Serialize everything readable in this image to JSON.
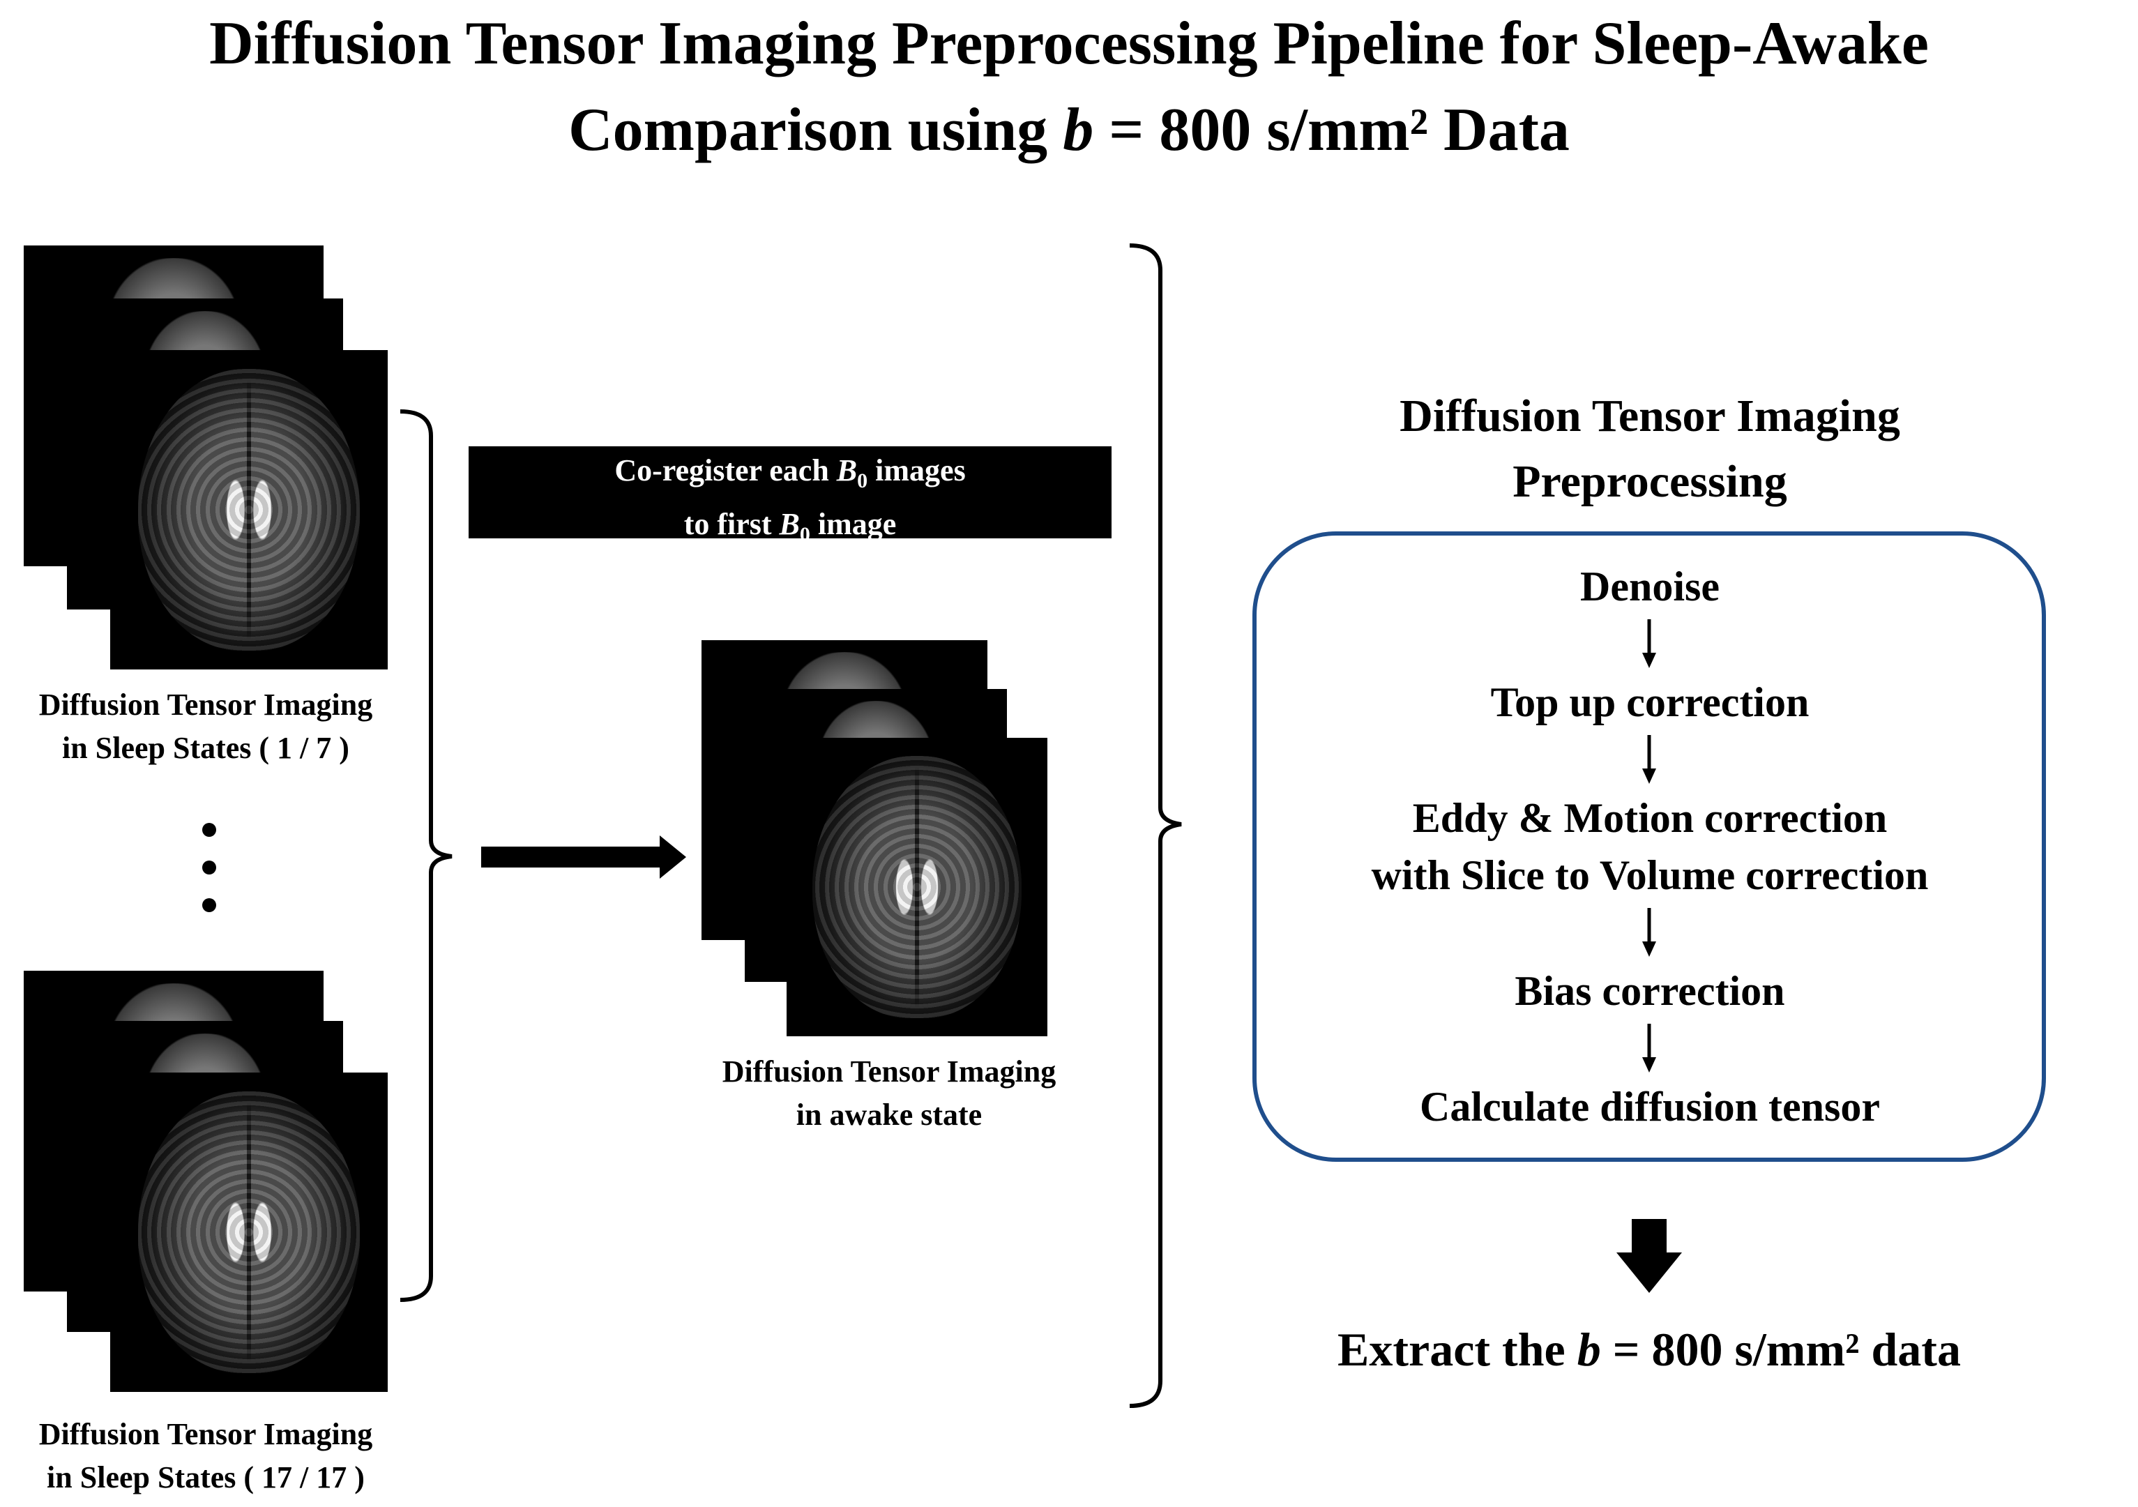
{
  "title": {
    "line1": "Diffusion Tensor Imaging Preprocessing Pipeline for Sleep-Awake",
    "line2_pre": "Comparison using ",
    "line2_var": "b",
    "line2_post": " = 800 s/mm² Data"
  },
  "left": {
    "sleep_first_line1": "Diffusion Tensor Imaging",
    "sleep_first_line2": "in Sleep States ( 1 / 7 )",
    "sleep_last_line1": "Diffusion Tensor Imaging",
    "sleep_last_line2": "in Sleep States ( 17 / 17 )"
  },
  "coregister": {
    "line1_pre": "Co-register each ",
    "line1_var": "B",
    "line1_sub": "0",
    "line1_post": " images",
    "line2_pre": "to first ",
    "line2_var": "B",
    "line2_sub": "0",
    "line2_post": " image"
  },
  "awake": {
    "line1": "Diffusion Tensor Imaging",
    "line2": "in awake state"
  },
  "preprocessing": {
    "heading_line1": "Diffusion Tensor Imaging",
    "heading_line2": "Preprocessing",
    "steps": [
      "Denoise",
      "Top up correction",
      "Eddy & Motion correction",
      "with Slice to Volume correction",
      "Bias correction",
      "Calculate diffusion tensor"
    ],
    "border_color": "#1f4e8c"
  },
  "output": {
    "pre": "Extract the ",
    "var": "b",
    "post": " = 800 s/mm² data"
  }
}
